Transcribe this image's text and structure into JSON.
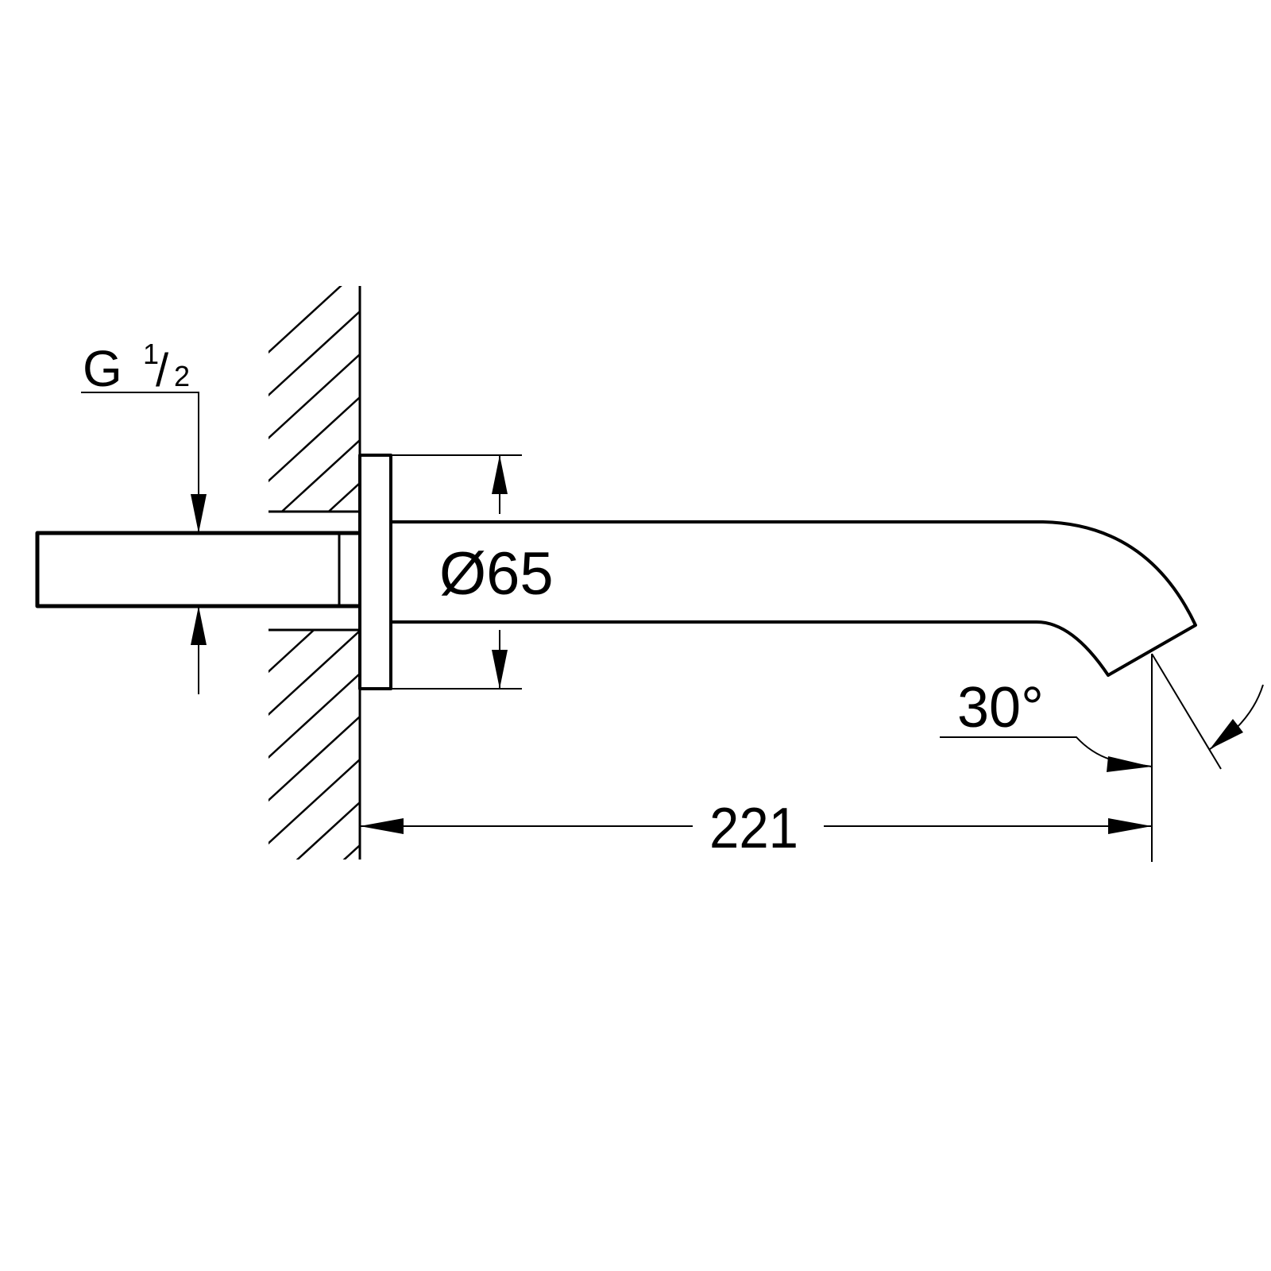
{
  "drawing": {
    "thread": {
      "prefix": "G",
      "numerator": "1",
      "slash": "/",
      "denominator": "2"
    },
    "flange_diameter": "Ø65",
    "projection_length": "221",
    "outlet_angle": "30°"
  },
  "colors": {
    "line": "#000000",
    "background": "#ffffff"
  }
}
